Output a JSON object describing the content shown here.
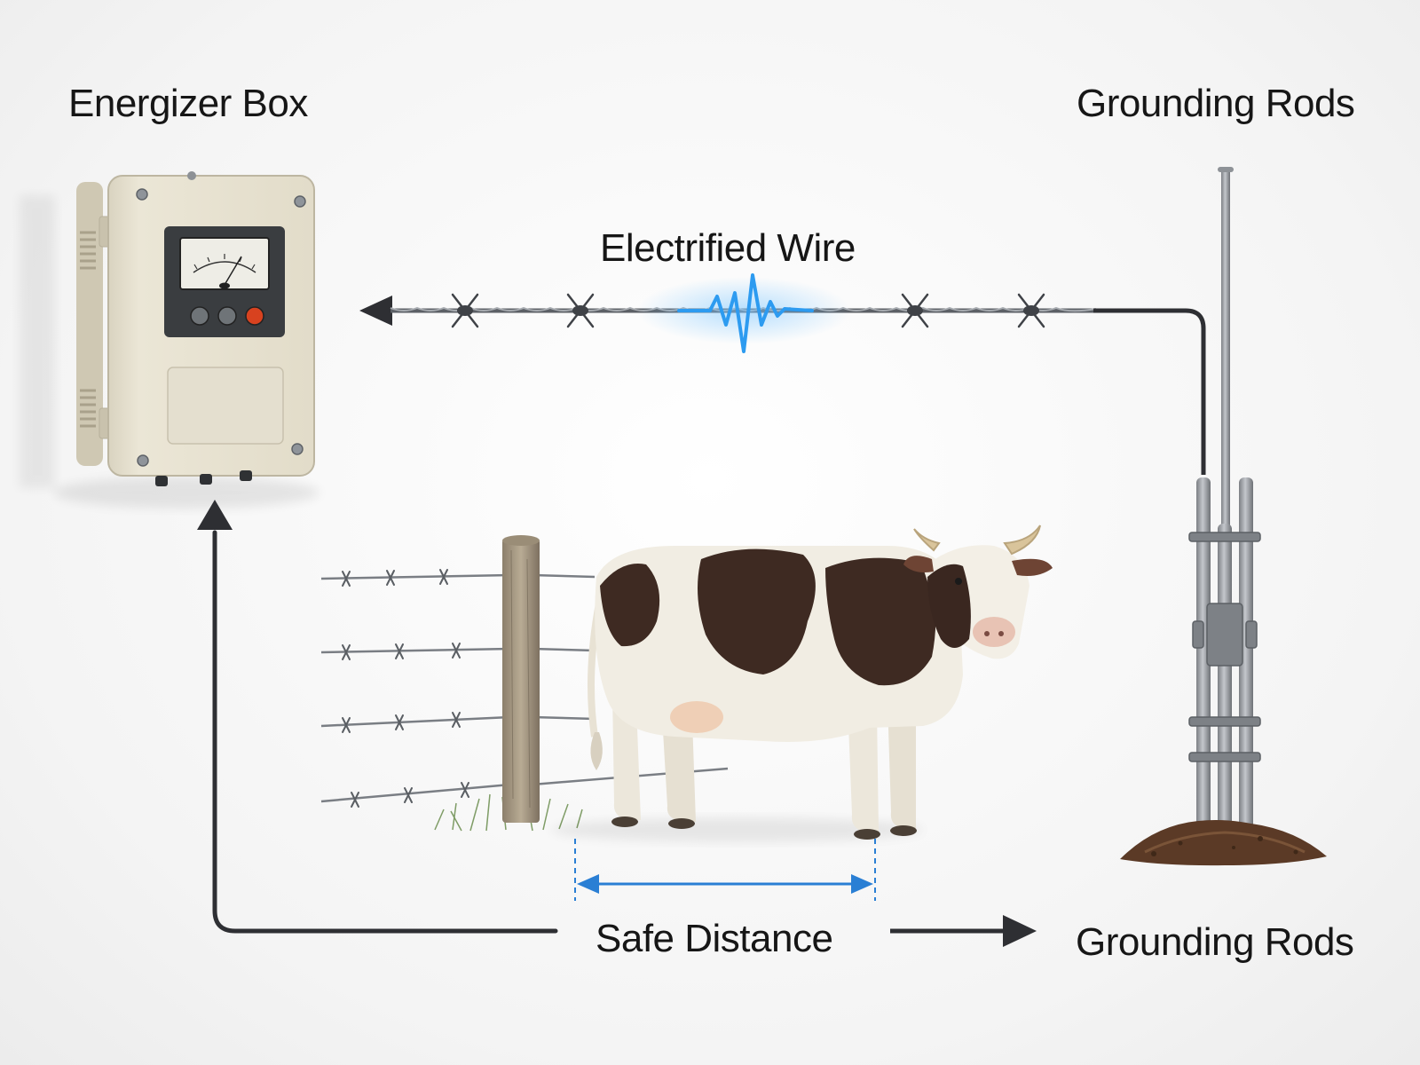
{
  "labels": {
    "energizer_box": "Energizer Box",
    "grounding_rods_top": "Grounding Rods",
    "electrified_wire": "Electrified Wire",
    "safe_distance": "Safe Distance",
    "grounding_rods_bottom": "Grounding Rods"
  },
  "colors": {
    "text": "#161616",
    "pulse": "#2d9bf0",
    "distance_marker": "#2a7fd4",
    "energizer_body": "#e7e2d2",
    "flow_arrow": "#2e2f33"
  },
  "icons": [
    "energizer-box-icon",
    "meter-gauge-icon",
    "barbed-wire-icon",
    "electric-pulse-icon",
    "cow-illustration",
    "fence-post-icon",
    "grounding-rods-icon",
    "soil-mound-icon"
  ]
}
